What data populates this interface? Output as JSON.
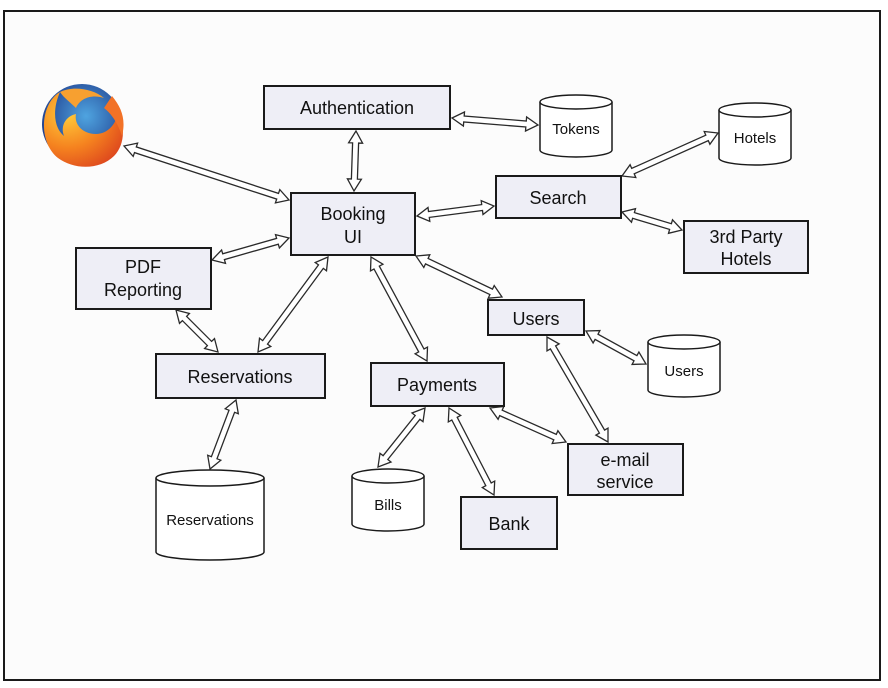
{
  "boxes": {
    "authentication": "Authentication",
    "booking_ui": [
      "Booking",
      "UI"
    ],
    "search": "Search",
    "third_party_hotels": [
      "3rd Party",
      "Hotels"
    ],
    "pdf_reporting": [
      "PDF",
      "Reporting"
    ],
    "users": "Users",
    "reservations": "Reservations",
    "payments": "Payments",
    "email_service": [
      "e-mail",
      "service"
    ],
    "bank": "Bank"
  },
  "databases": {
    "tokens": "Tokens",
    "hotels": "Hotels",
    "users_db": "Users",
    "bills": "Bills",
    "reservations_db": "Reservations"
  },
  "icons": {
    "browser": "firefox-logo-icon"
  },
  "colors": {
    "box_fill": "#eeeef6",
    "border": "#1a1a1a",
    "firefox_orange": "#f27227",
    "firefox_blue": "#2b4a9e"
  }
}
